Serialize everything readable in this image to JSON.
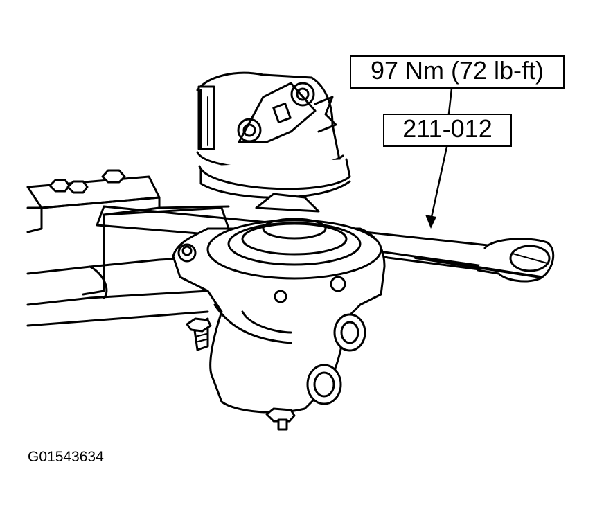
{
  "callouts": {
    "torque": "97 Nm (72 lb-ft)",
    "tool": "211-012"
  },
  "figure_id": "G01543634",
  "colors": {
    "line": "#000000",
    "background": "#ffffff"
  }
}
